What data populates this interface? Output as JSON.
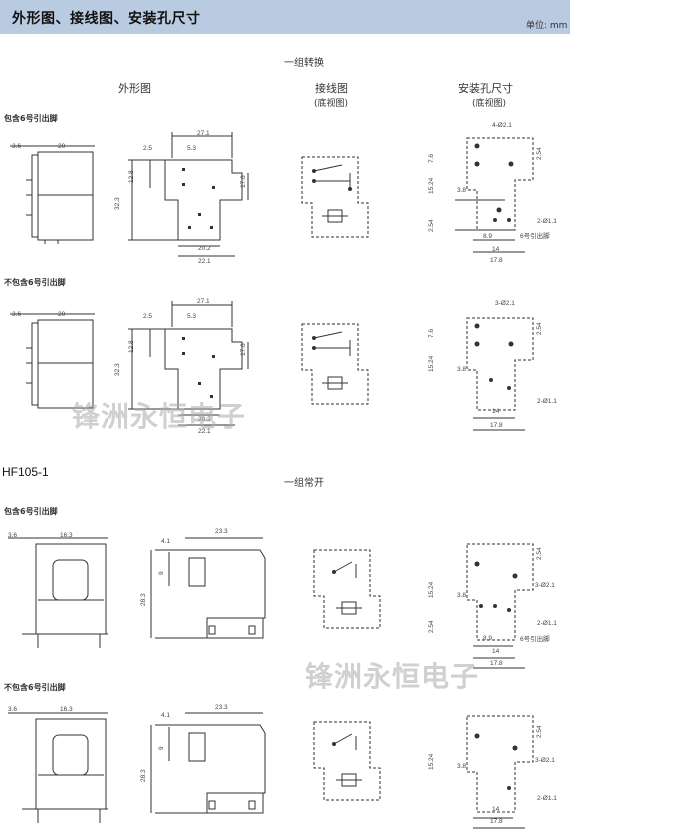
{
  "header": {
    "title": "外形图、接线图、安装孔尺寸",
    "unit": "单位: mm"
  },
  "sections": [
    {
      "type_label": "一组转换",
      "model": ""
    },
    {
      "type_label": "一组常开",
      "model": "HF105-1"
    }
  ],
  "columns": {
    "outline": "外形图",
    "wiring": "接线图",
    "wiring_sub": "(底视图)",
    "mounting": "安装孔尺寸",
    "mounting_sub": "(底视图)"
  },
  "groups": {
    "with_pin6": "包含6号引出脚",
    "without_pin6": "不包含6号引出脚"
  },
  "dims_changeover": {
    "side_a": "3.6",
    "side_b": "20",
    "top_w": "27.1",
    "top_c": "2.5",
    "top_d": "5.3",
    "h1": "12.8",
    "h2": "32.3",
    "h3": "17.6",
    "bot1": "20.2",
    "bot2": "22.1"
  },
  "dims_no": {
    "side_a": "3.6",
    "side_b": "16.3",
    "top_a": "4.1",
    "top_b": "23.3",
    "h1": "9",
    "h2": "28.3"
  },
  "mount": {
    "holes4": "4-Ø2.1",
    "holes3": "3-Ø2.1",
    "pins2": "2-Ø1.1",
    "pin6": "6号引出脚",
    "v76": "7.6",
    "v254": "2.54",
    "v1524": "15.24",
    "v38": "3.8",
    "v89": "8.9",
    "v14": "14",
    "v178": "17.8"
  },
  "watermark": "锋洲永恒电子"
}
